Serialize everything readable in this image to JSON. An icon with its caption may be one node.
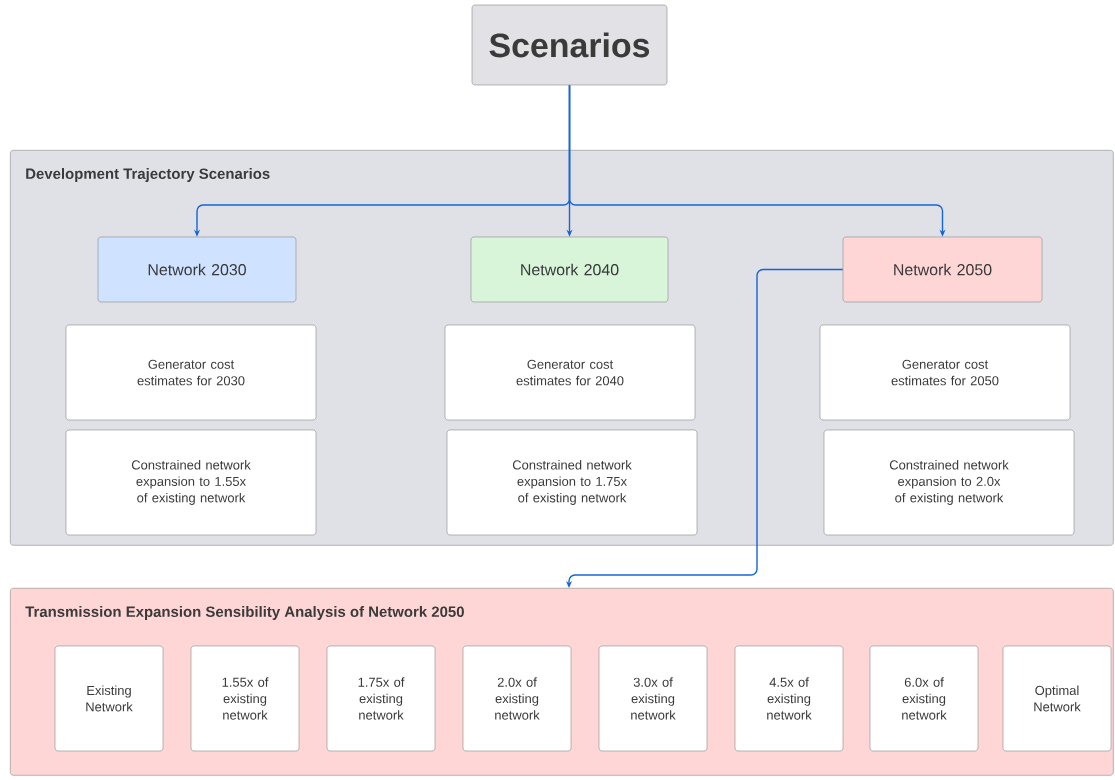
{
  "diagram": {
    "nodes": [
      {
        "text": [
          "Scenarios"
        ]
      },
      {
        "text": [
          "Development Trajectory Scenarios"
        ]
      },
      {
        "text": [
          "Network 2030"
        ],
        "in": 1
      },
      {
        "text": [
          "Network 2040"
        ],
        "in": 1
      },
      {
        "text": [
          "Network 2050"
        ],
        "in": 1
      },
      {
        "text": [
          "Generator cost estimates for 2030"
        ],
        "in": 1
      },
      {
        "text": [
          "Generator cost estimates for 2040"
        ],
        "in": 1
      },
      {
        "text": [
          "Generator cost estimates for 2050"
        ],
        "in": 1
      },
      {
        "text": [
          "Constrained network expansion to 1.55x of existing network"
        ],
        "in": 1
      },
      {
        "text": [
          "Constrained network expansion to 1.75x of existing network"
        ],
        "in": 1
      },
      {
        "text": [
          "Constrained network expansion to 2.0x of existing network"
        ],
        "in": 1
      },
      {
        "text": [
          "Transmission Expansion Sensibility Analysis of Network 2050"
        ]
      },
      {
        "text": [
          "Existing Network"
        ],
        "in": 11
      },
      {
        "text": [
          "1.55x of existing network"
        ],
        "in": 11
      },
      {
        "text": [
          "1.75x of existing network"
        ],
        "in": 11
      },
      {
        "text": [
          "2.0x of existing network"
        ],
        "in": 11
      },
      {
        "text": [
          "3.0x of existing network"
        ],
        "in": 11
      },
      {
        "text": [
          "4.5x of existing network"
        ],
        "in": 11
      },
      {
        "text": [
          "6.0x of existing network"
        ],
        "in": 11
      },
      {
        "text": [
          "Optimal Network"
        ],
        "in": 11
      }
    ],
    "edges": [
      {
        "from": 0,
        "to": 2,
        "arrow": "to"
      },
      {
        "from": 0,
        "to": 3,
        "arrow": "to"
      },
      {
        "from": 0,
        "to": 4,
        "arrow": "to"
      },
      {
        "from": 4,
        "to": 11,
        "arrow": "to"
      }
    ]
  }
}
